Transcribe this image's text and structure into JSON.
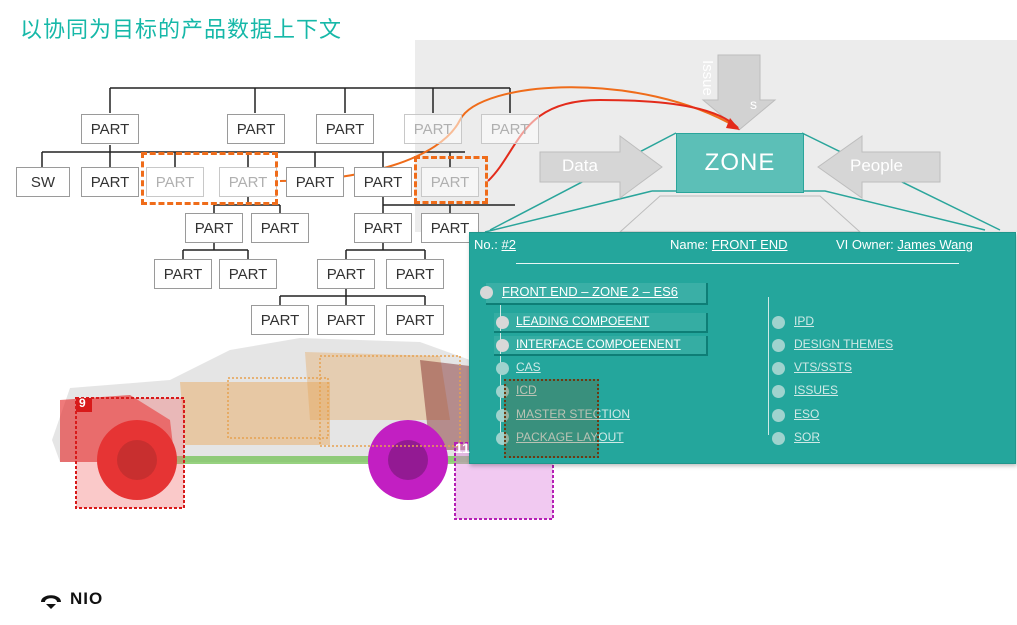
{
  "title": "以协同为目标的产品数据上下文",
  "tree": {
    "part_label": "PART",
    "sw_label": "SW"
  },
  "flow": {
    "data_label": "Data",
    "people_label": "People",
    "issue_label": "Issue",
    "issue_suffix": "s",
    "zone_label": "ZONE"
  },
  "card": {
    "no_label": "No.:",
    "no_value": "#2",
    "name_label": "Name:",
    "name_value": "FRONT END",
    "owner_label": "VI Owner:",
    "owner_value": "James Wang",
    "zone_title": "FRONT END – ZONE 2 – ES6",
    "left_items": [
      "LEADING COMPOEENT",
      "INTERFACE COMPOEENENT",
      "CAS",
      "ICD",
      "MASTER STECTION",
      "PACKAGE LAYOUT"
    ],
    "right_items": [
      "IPD",
      "DESIGN THEMES",
      "VTS/SSTS",
      "ISSUES",
      "ESO",
      "SOR"
    ]
  },
  "car": {
    "tag_front": "9",
    "tag_rear": "11"
  },
  "logo": {
    "icon": "nio-logo-icon",
    "word": "NIO"
  },
  "colors": {
    "teal": "#24a69c",
    "zone": "#5cbfb7",
    "orange": "#ef6c1a",
    "red": "#e32b1b",
    "title": "#16b8a8"
  }
}
